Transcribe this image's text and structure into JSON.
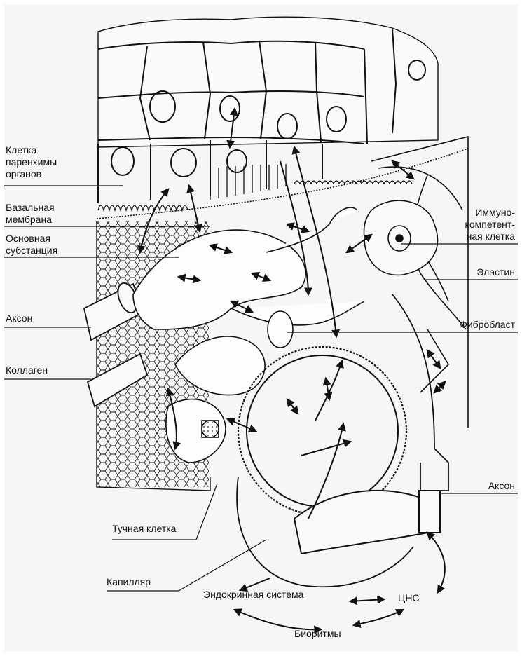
{
  "labels": {
    "parenchyma": [
      "Клетка",
      "паренхимы",
      "органов"
    ],
    "basement": [
      "Базальная",
      "мембрана"
    ],
    "ground": [
      "Основная",
      "субстанция"
    ],
    "axon_left": "Аксон",
    "collagen": "Коллаген",
    "immune": [
      "Иммуно-",
      "компетент-",
      "ная клетка"
    ],
    "elastin": "Эластин",
    "fibroblast": "Фибробласт",
    "axon_right": "Аксон",
    "mast_cell": "Тучная клетка",
    "capillary": "Капилляр",
    "endocrine": "Эндокринная система",
    "cns": "ЦНС",
    "biorhythms": "Биоритмы"
  },
  "colors": {
    "ink": "#111111",
    "paper": "#f6f6f6"
  }
}
